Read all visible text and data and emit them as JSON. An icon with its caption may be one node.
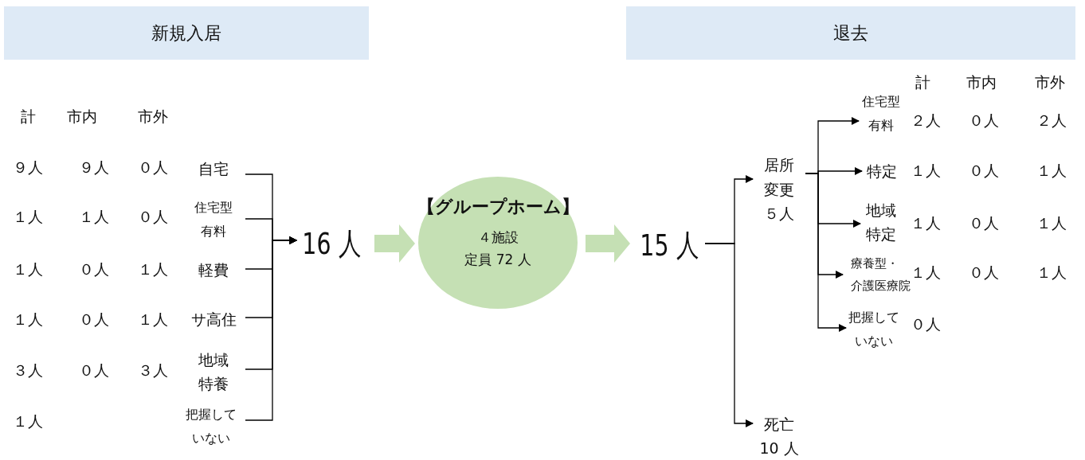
{
  "diagram": {
    "nodes": [
      {
        "text": [
          "新規入居"
        ]
      },
      {
        "text": [
          "退去"
        ]
      },
      {
        "text": [
          "自宅"
        ]
      },
      {
        "text": [
          "住宅型有料"
        ]
      },
      {
        "text": [
          "軽費"
        ]
      },
      {
        "text": [
          "サ高住"
        ]
      },
      {
        "text": [
          "地域特養"
        ]
      },
      {
        "text": [
          "把握していない"
        ]
      },
      {
        "text": [
          "16 人"
        ]
      },
      {
        "text": [
          "【グループホーム】",
          "４施設",
          "定員 72 人"
        ]
      },
      {
        "text": [
          "15 人"
        ]
      },
      {
        "text": [
          "居所変更",
          "５人"
        ]
      },
      {
        "text": [
          "死亡",
          "10 人"
        ]
      },
      {
        "text": [
          "住宅型有料"
        ]
      },
      {
        "text": [
          "特定"
        ]
      },
      {
        "text": [
          "地域特定"
        ]
      },
      {
        "text": [
          "療養型・介護医療院"
        ]
      },
      {
        "text": [
          "把握していない"
        ]
      }
    ],
    "edges": [
      {
        "from": 2,
        "to": 8,
        "arrow": "to"
      },
      {
        "from": 3,
        "to": 8,
        "arrow": "to"
      },
      {
        "from": 4,
        "to": 8,
        "arrow": "to"
      },
      {
        "from": 5,
        "to": 8,
        "arrow": "to"
      },
      {
        "from": 6,
        "to": 8,
        "arrow": "to"
      },
      {
        "from": 7,
        "to": 8,
        "arrow": "to"
      },
      {
        "from": 8,
        "to": 9,
        "arrow": "to",
        "style": "thick",
        "color": "#c5e0b4"
      },
      {
        "from": 9,
        "to": 10,
        "arrow": "to",
        "style": "thick",
        "color": "#c5e0b4"
      },
      {
        "from": 10,
        "to": 11,
        "arrow": "to"
      },
      {
        "from": 10,
        "to": 12,
        "arrow": "to"
      },
      {
        "from": 11,
        "to": 13,
        "arrow": "to"
      },
      {
        "from": 11,
        "to": 14,
        "arrow": "to"
      },
      {
        "from": 11,
        "to": 15,
        "arrow": "to"
      },
      {
        "from": 11,
        "to": 16,
        "arrow": "to"
      },
      {
        "from": 11,
        "to": 17,
        "arrow": "to"
      }
    ],
    "labels": [
      "計",
      "市内",
      "市外",
      "９人",
      "９人",
      "０人",
      "１人",
      "１人",
      "０人",
      "１人",
      "０人",
      "１人",
      "１人",
      "０人",
      "１人",
      "３人",
      "０人",
      "３人",
      "１人",
      "計",
      "市内",
      "市外",
      "２人",
      "０人",
      "２人",
      "１人",
      "０人",
      "１人",
      "１人",
      "０人",
      "１人",
      "１人",
      "０人",
      "１人",
      "０人"
    ]
  }
}
